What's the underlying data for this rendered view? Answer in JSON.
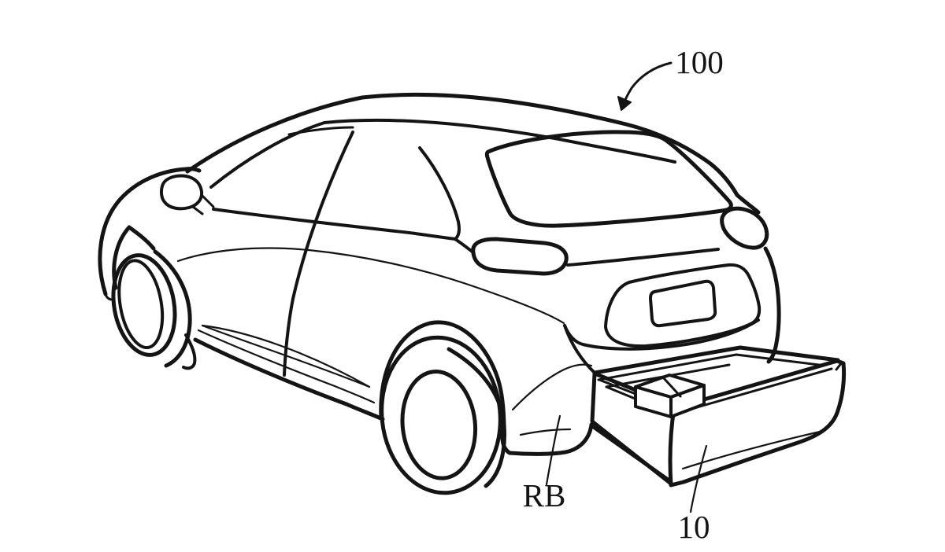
{
  "figure": {
    "type": "patent-line-drawing",
    "description_visible_content": "Rear three-quarter line drawing of a hatchback vehicle with a storage drawer pulled out of the rear bumper containing a small box",
    "background_color": "#ffffff",
    "line_color": "#141414",
    "labels": [
      {
        "id": "vehicle",
        "text": "100"
      },
      {
        "id": "rear-bumper",
        "text": "RB"
      },
      {
        "id": "drawer",
        "text": "10"
      }
    ]
  }
}
